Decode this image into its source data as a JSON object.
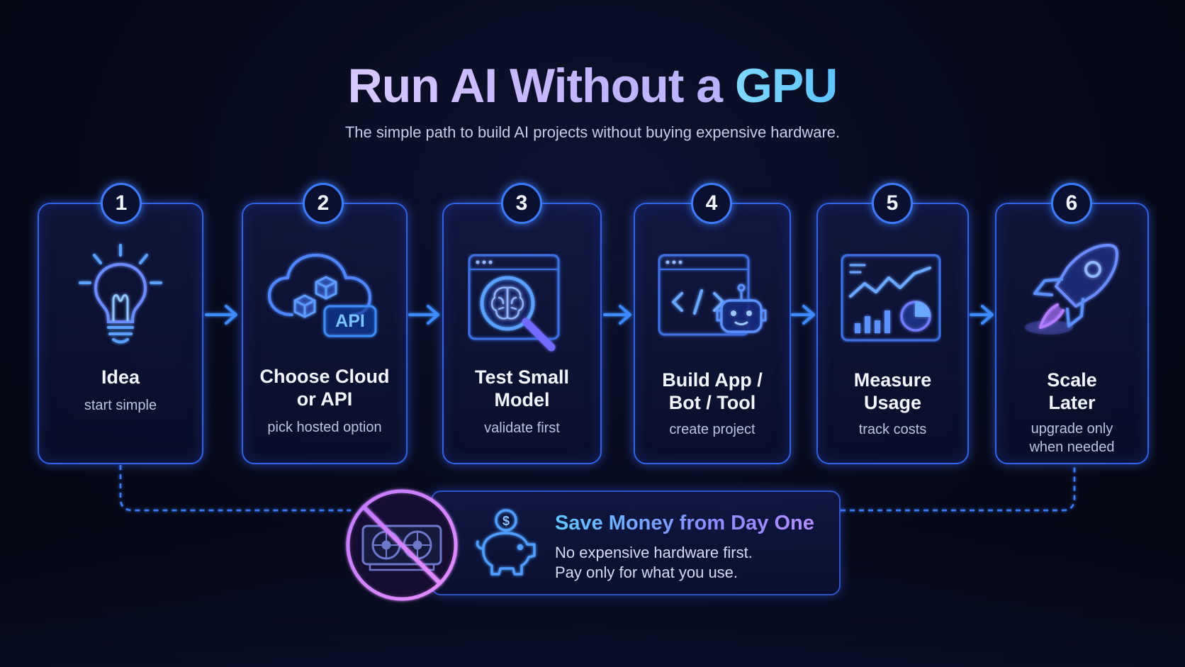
{
  "header": {
    "title_part1": "Run AI Without a ",
    "title_part2": "GPU",
    "subtitle": "The simple path to build AI projects without buying expensive hardware."
  },
  "steps": [
    {
      "number": "1",
      "label_line1": "Idea",
      "label_line2": "",
      "desc_line1": "start simple",
      "desc_line2": "",
      "icon": "lightbulb-icon"
    },
    {
      "number": "2",
      "label_line1": "Choose Cloud",
      "label_line2": "or API",
      "desc_line1": "pick hosted option",
      "desc_line2": "",
      "icon": "cloud-api-icon",
      "icon_text": "API"
    },
    {
      "number": "3",
      "label_line1": "Test Small",
      "label_line2": "Model",
      "desc_line1": "validate first",
      "desc_line2": "",
      "icon": "brain-search-icon"
    },
    {
      "number": "4",
      "label_line1": "Build App /",
      "label_line2": "Bot / Tool",
      "desc_line1": "create project",
      "desc_line2": "",
      "icon": "code-robot-icon"
    },
    {
      "number": "5",
      "label_line1": "Measure",
      "label_line2": "Usage",
      "desc_line1": "track costs",
      "desc_line2": "",
      "icon": "analytics-dashboard-icon"
    },
    {
      "number": "6",
      "label_line1": "Scale",
      "label_line2": "Later",
      "desc_line1": "upgrade only",
      "desc_line2": "when needed",
      "icon": "rocket-icon"
    }
  ],
  "savings": {
    "title": "Save Money from Day One",
    "line1": "No expensive hardware first.",
    "line2": "Pay only for what you use.",
    "icons": [
      "no-gpu-icon",
      "piggy-bank-icon"
    ],
    "coin_symbol": "$"
  },
  "colors": {
    "accent_blue": "#3d7bff",
    "accent_cyan": "#5cc4ff",
    "accent_purple": "#b48cff",
    "background": "#070a1c"
  }
}
